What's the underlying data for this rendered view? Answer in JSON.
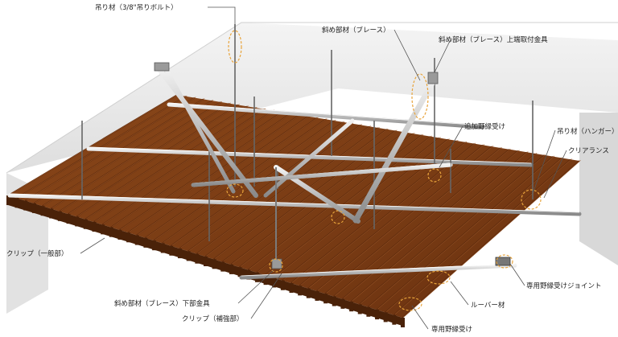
{
  "labels": {
    "hanger_bolt": "吊り材（3/8\"吊りボルト）",
    "brace": "斜め部材（ブレース）",
    "brace_top_fitting": "斜め部材（ブレース）上端取付金具",
    "extra_runner": "追加野縁受け",
    "hanger": "吊り材（ハンガー）",
    "clearance": "クリアランス",
    "clip_general": "クリップ（一般部）",
    "runner_joint": "専用野縁受けジョイント",
    "louver": "ルーバー材",
    "brace_bottom_fitting": "斜め部材（ブレース）下部金具",
    "clip_reinforced": "クリップ（補強部）",
    "runner": "専用野縁受け"
  },
  "colors": {
    "louver_top": "#7a3d16",
    "louver_side": "#4a2209",
    "louver_stripe": "#5e2b0d",
    "ceiling": "#ececec",
    "wall": "#d7d7d7",
    "steel": "#b9b9b9",
    "callout_ring": "#e8a43c",
    "leader": "#555555"
  }
}
